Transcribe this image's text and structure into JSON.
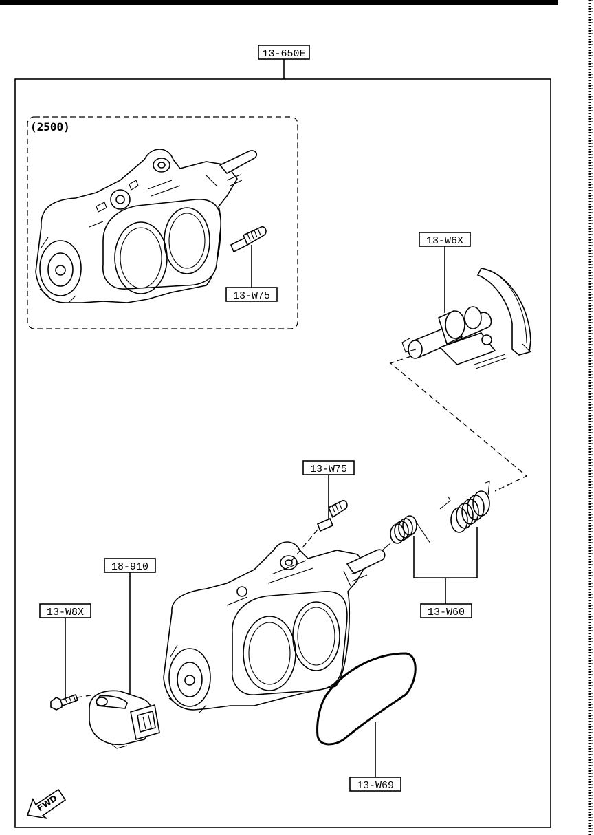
{
  "labels": {
    "assembly": "13-650E",
    "idle_screw_2500": "13-W75",
    "shaft_assy": "13-W6X",
    "idle_screw": "13-W75",
    "sensor": "18-910",
    "bolt": "13-W8X",
    "springs": "13-W60",
    "gasket": "13-W69"
  },
  "variant_note": "(2500)",
  "fwd_text": "FWD"
}
